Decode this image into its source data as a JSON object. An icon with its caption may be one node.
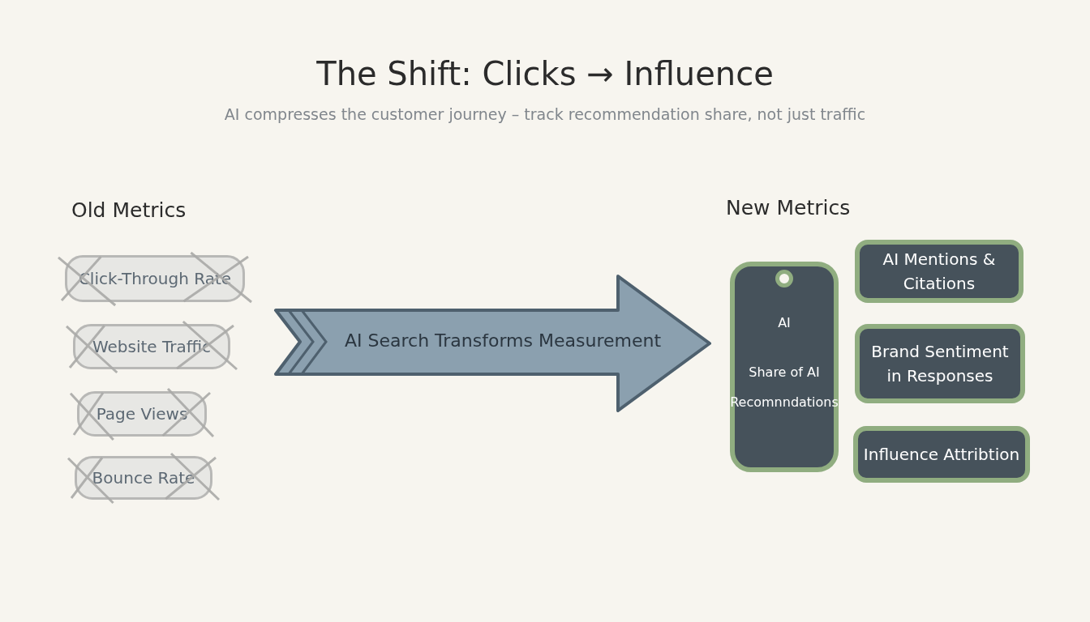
{
  "diagram": {
    "title": "The Shift: Clicks → Influence",
    "nodes": [
      {
        "text": [
          "Click-Through Rate"
        ]
      },
      {
        "text": [
          "Website Traffic"
        ]
      },
      {
        "text": [
          "Page Views"
        ]
      },
      {
        "text": [
          "Bounce Rate"
        ]
      },
      {
        "text": [
          "AI Search Transforms Measurement"
        ]
      },
      {
        "text": [
          "AI",
          "Share of AI Recomnndations"
        ]
      },
      {
        "text": [
          "AI Mentions & Citations"
        ]
      },
      {
        "text": [
          "Brand Sentiment in Responses"
        ]
      },
      {
        "text": [
          "Influence Attribtion"
        ]
      }
    ],
    "labels": [
      "AI compresses the customer journey – track recommendation share, not just traffic",
      "Old Metrics",
      "New Metrics"
    ]
  }
}
